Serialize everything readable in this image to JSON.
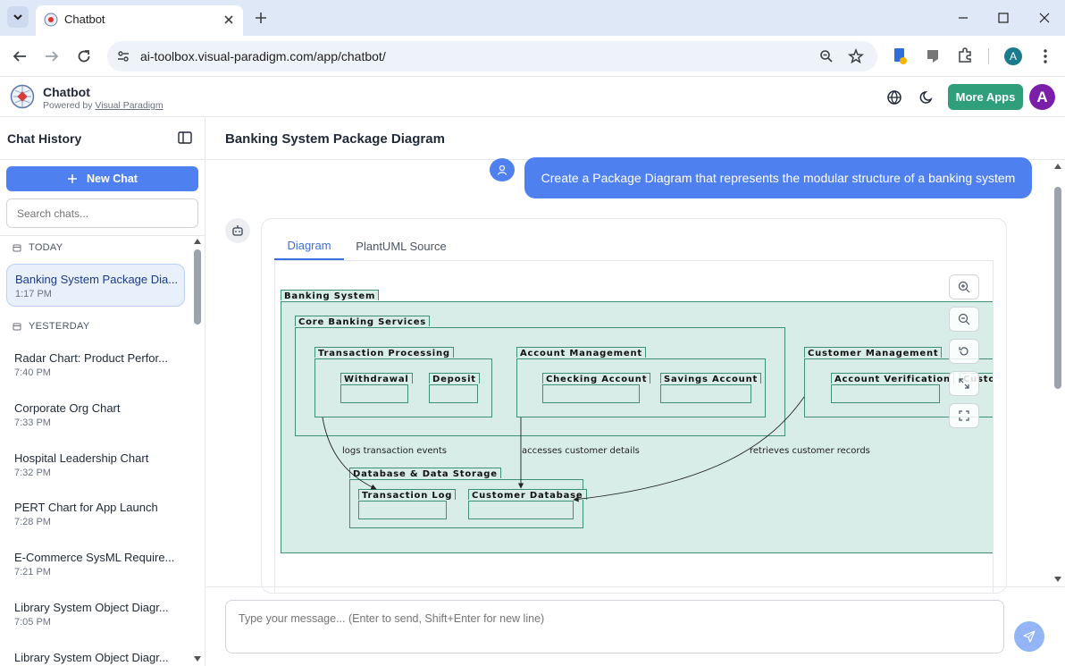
{
  "browser": {
    "tab_title": "Chatbot",
    "url": "ai-toolbox.visual-paradigm.com/app/chatbot/",
    "profile_initial": "A"
  },
  "app": {
    "name": "Chatbot",
    "powered_prefix": "Powered by",
    "powered_link": "Visual Paradigm",
    "more_apps": "More Apps",
    "user_initial": "A",
    "brand_color": "#3b82f6",
    "accent_green": "#2f9e7a",
    "avatar_color": "#7c1fa8"
  },
  "sidebar": {
    "title": "Chat History",
    "new_chat": "New Chat",
    "search_placeholder": "Search chats...",
    "today_label": "TODAY",
    "yesterday_label": "YESTERDAY",
    "today_items": [
      {
        "title": "Banking System Package Dia...",
        "time": "1:17 PM"
      }
    ],
    "yesterday_items": [
      {
        "title": "Radar Chart: Product Perfor...",
        "time": "7:40 PM"
      },
      {
        "title": "Corporate Org Chart",
        "time": "7:33 PM"
      },
      {
        "title": "Hospital Leadership Chart",
        "time": "7:32 PM"
      },
      {
        "title": "PERT Chart for App Launch",
        "time": "7:28 PM"
      },
      {
        "title": "E-Commerce SysML Require...",
        "time": "7:21 PM"
      },
      {
        "title": "Library System Object Diagr...",
        "time": "7:05 PM"
      },
      {
        "title": "Library System Object Diagr...",
        "time": ""
      }
    ]
  },
  "main": {
    "title": "Banking System Package Diagram",
    "user_message": "Create a Package Diagram that represents the modular structure of a banking system",
    "tabs": [
      "Diagram",
      "PlantUML Source"
    ],
    "active_tab": "Diagram",
    "input_placeholder": "Type your message... (Enter to send, Shift+Enter for new line)"
  },
  "diagram": {
    "packages": {
      "banking_system": "Banking System",
      "core": "Core Banking Services",
      "transaction_processing": "Transaction Processing",
      "withdrawal": "Withdrawal",
      "deposit": "Deposit",
      "account_management": "Account Management",
      "checking": "Checking Account",
      "savings": "Savings Account",
      "customer_management": "Customer Management",
      "account_verification": "Account Verification",
      "customer_partial": "Custo",
      "database": "Database & Data Storage",
      "transaction_log": "Transaction Log",
      "customer_database": "Customer Database"
    },
    "relations": {
      "logs": "logs transaction events",
      "accesses": "accesses customer details",
      "retrieves": "retrieves customer records"
    }
  }
}
